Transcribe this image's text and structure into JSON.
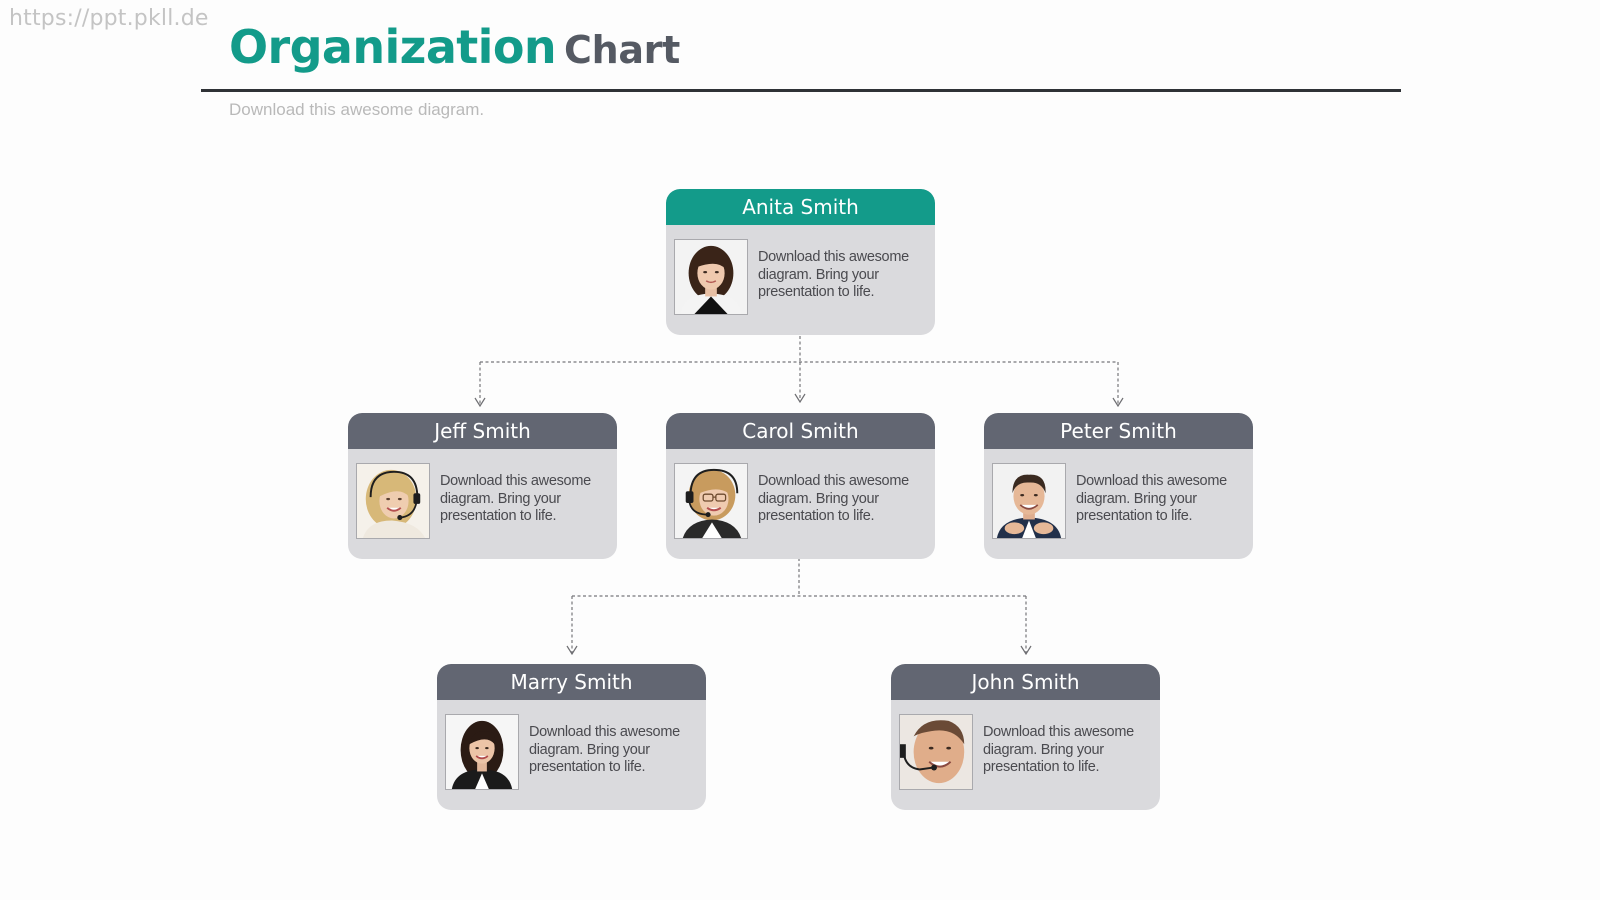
{
  "watermark": "https://ppt.pkll.de",
  "header": {
    "title_primary": "Organization",
    "title_secondary": "Chart",
    "subtitle": "Download this awesome diagram."
  },
  "colors": {
    "accent": "#139b8a",
    "header_gray": "#626672",
    "card_body": "#dadadd"
  },
  "org": {
    "root": {
      "name": "Anita Smith",
      "description": "Download this awesome diagram. Bring your presentation to life.",
      "icon": "woman-portrait-icon"
    },
    "level2": [
      {
        "name": "Jeff Smith",
        "description": "Download this awesome diagram. Bring your presentation to life.",
        "icon": "woman-headset-portrait-icon"
      },
      {
        "name": "Carol Smith",
        "description": "Download this awesome diagram. Bring your presentation to life.",
        "icon": "woman-headset-glasses-portrait-icon"
      },
      {
        "name": "Peter Smith",
        "description": "Download this awesome diagram. Bring your presentation to life.",
        "icon": "man-portrait-icon"
      }
    ],
    "level3": [
      {
        "name": "Marry Smith",
        "description": "Download this awesome diagram. Bring your presentation to life.",
        "icon": "woman-suit-portrait-icon"
      },
      {
        "name": "John Smith",
        "description": "Download this awesome diagram. Bring your presentation to life.",
        "icon": "man-headset-portrait-icon"
      }
    ]
  }
}
